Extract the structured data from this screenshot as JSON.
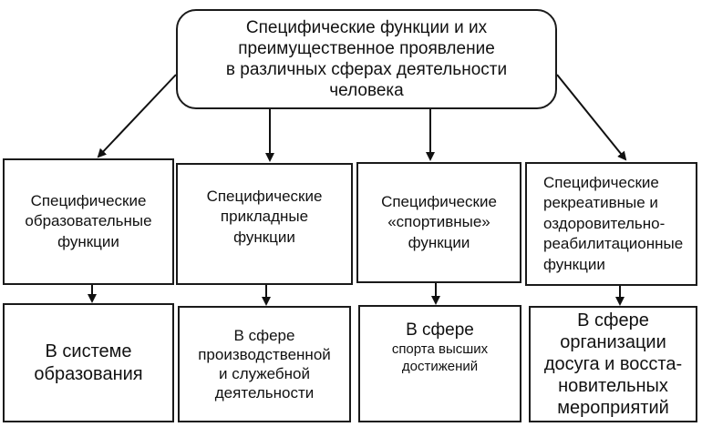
{
  "root": {
    "text": "Специфические функции и их\nпреимущественное проявление\nв различных сферах деятельности\nчеловека"
  },
  "categories": [
    {
      "label": "Специфические\nобразовательные\nфункции",
      "sphere": "В системе\nобразования"
    },
    {
      "label": "Специфические\nприкладные\nфункции",
      "sphere": "В сфере\nпроизводственной\nи служебной\nдеятельности"
    },
    {
      "label": "Специфические\n«спортивные»\nфункции",
      "sphere_title": "В сфере",
      "sphere": "спорта высших\nдостижений"
    },
    {
      "label": "Специфические\nрекреативные и\nоздоровительно-\nреабилитационные\nфункции",
      "sphere": "В сфере\nорганизации\nдосуга и восста-\nновительных\nмероприятий"
    }
  ]
}
